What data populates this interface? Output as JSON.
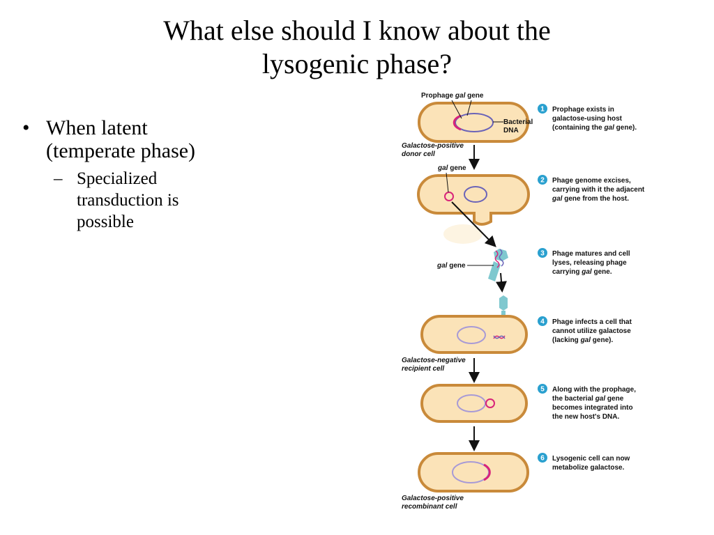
{
  "slide": {
    "title_line1": "What else should I know about the",
    "title_line2": "lysogenic phase?",
    "bullet_glyph": "•",
    "dash_glyph": "–",
    "bullet1_line1": "When latent",
    "bullet1_line2": "(temperate phase)",
    "sub1_line1": "Specialized",
    "sub1_line2": "transduction is",
    "sub1_line3": "possible"
  },
  "diagram": {
    "labels": {
      "prophage": "Prophage",
      "gal": "gal",
      "gene": "gene",
      "bacterial": "Bacterial",
      "dna": "DNA",
      "donor_line1": "Galactose-positive",
      "donor_line2": "donor cell",
      "recipient_line1": "Galactose-negative",
      "recipient_line2": "recipient cell",
      "recombinant_line1": "Galactose-positive",
      "recombinant_line2": "recombinant cell"
    },
    "steps": [
      {
        "number": "1",
        "lines": [
          [
            "Prophage exists in"
          ],
          [
            "galactose-using host"
          ],
          [
            "(containing the ",
            "gal",
            " gene)."
          ]
        ]
      },
      {
        "number": "2",
        "lines": [
          [
            "Phage genome excises,"
          ],
          [
            "carrying with it the adjacent"
          ],
          [
            "",
            "gal",
            " gene from the host."
          ]
        ]
      },
      {
        "number": "3",
        "lines": [
          [
            "Phage matures and cell"
          ],
          [
            "lyses, releasing phage"
          ],
          [
            "carrying ",
            "gal",
            " gene."
          ]
        ]
      },
      {
        "number": "4",
        "lines": [
          [
            "Phage infects a cell that"
          ],
          [
            "cannot utilize galactose"
          ],
          [
            "(lacking ",
            "gal",
            " gene)."
          ]
        ]
      },
      {
        "number": "5",
        "lines": [
          [
            "Along with the prophage,"
          ],
          [
            "the bacterial ",
            "gal",
            " gene"
          ],
          [
            "becomes integrated into"
          ],
          [
            "the new host's DNA."
          ]
        ]
      },
      {
        "number": "6",
        "lines": [
          [
            "Lysogenic cell can now"
          ],
          [
            "metabolize galactose."
          ]
        ]
      }
    ],
    "colors": {
      "cell_fill": "#fbe3b8",
      "cell_stroke": "#c98a3a",
      "host_dna": "#6a63b8",
      "gal_gene": "#d8247a",
      "phage": "#7fc8cf",
      "step_badge": "#2aa0cf"
    }
  }
}
